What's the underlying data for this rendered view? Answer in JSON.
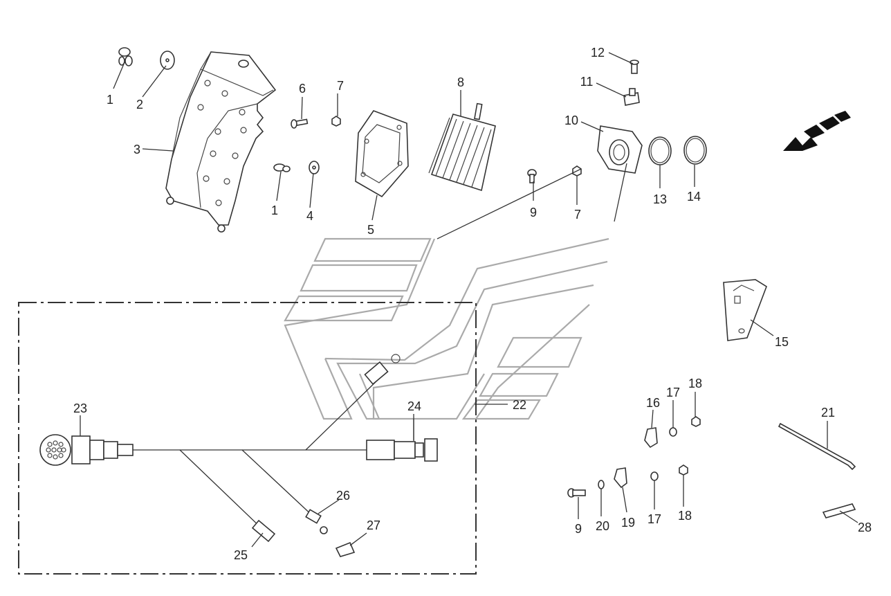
{
  "callouts": {
    "c1a": "1",
    "c2": "2",
    "c3": "3",
    "c6": "6",
    "c7a": "7",
    "c1b": "1",
    "c4": "4",
    "c5": "5",
    "c8": "8",
    "c12": "12",
    "c11": "11",
    "c10": "10",
    "c9a": "9",
    "c7b": "7",
    "c13": "13",
    "c14": "14",
    "c15": "15",
    "c22": "22",
    "c23": "23",
    "c24": "24",
    "c26": "26",
    "c25": "25",
    "c27": "27",
    "c16": "16",
    "c17a": "17",
    "c18a": "18",
    "c21": "21",
    "c9b": "9",
    "c20": "20",
    "c19": "19",
    "c17b": "17",
    "c18b": "18",
    "c28": "28"
  },
  "icons": {
    "direction": "forward-direction-arrow-icon"
  },
  "colors": {
    "line": "#333333",
    "band": "#aaaaaa",
    "arrow": "#111111"
  }
}
